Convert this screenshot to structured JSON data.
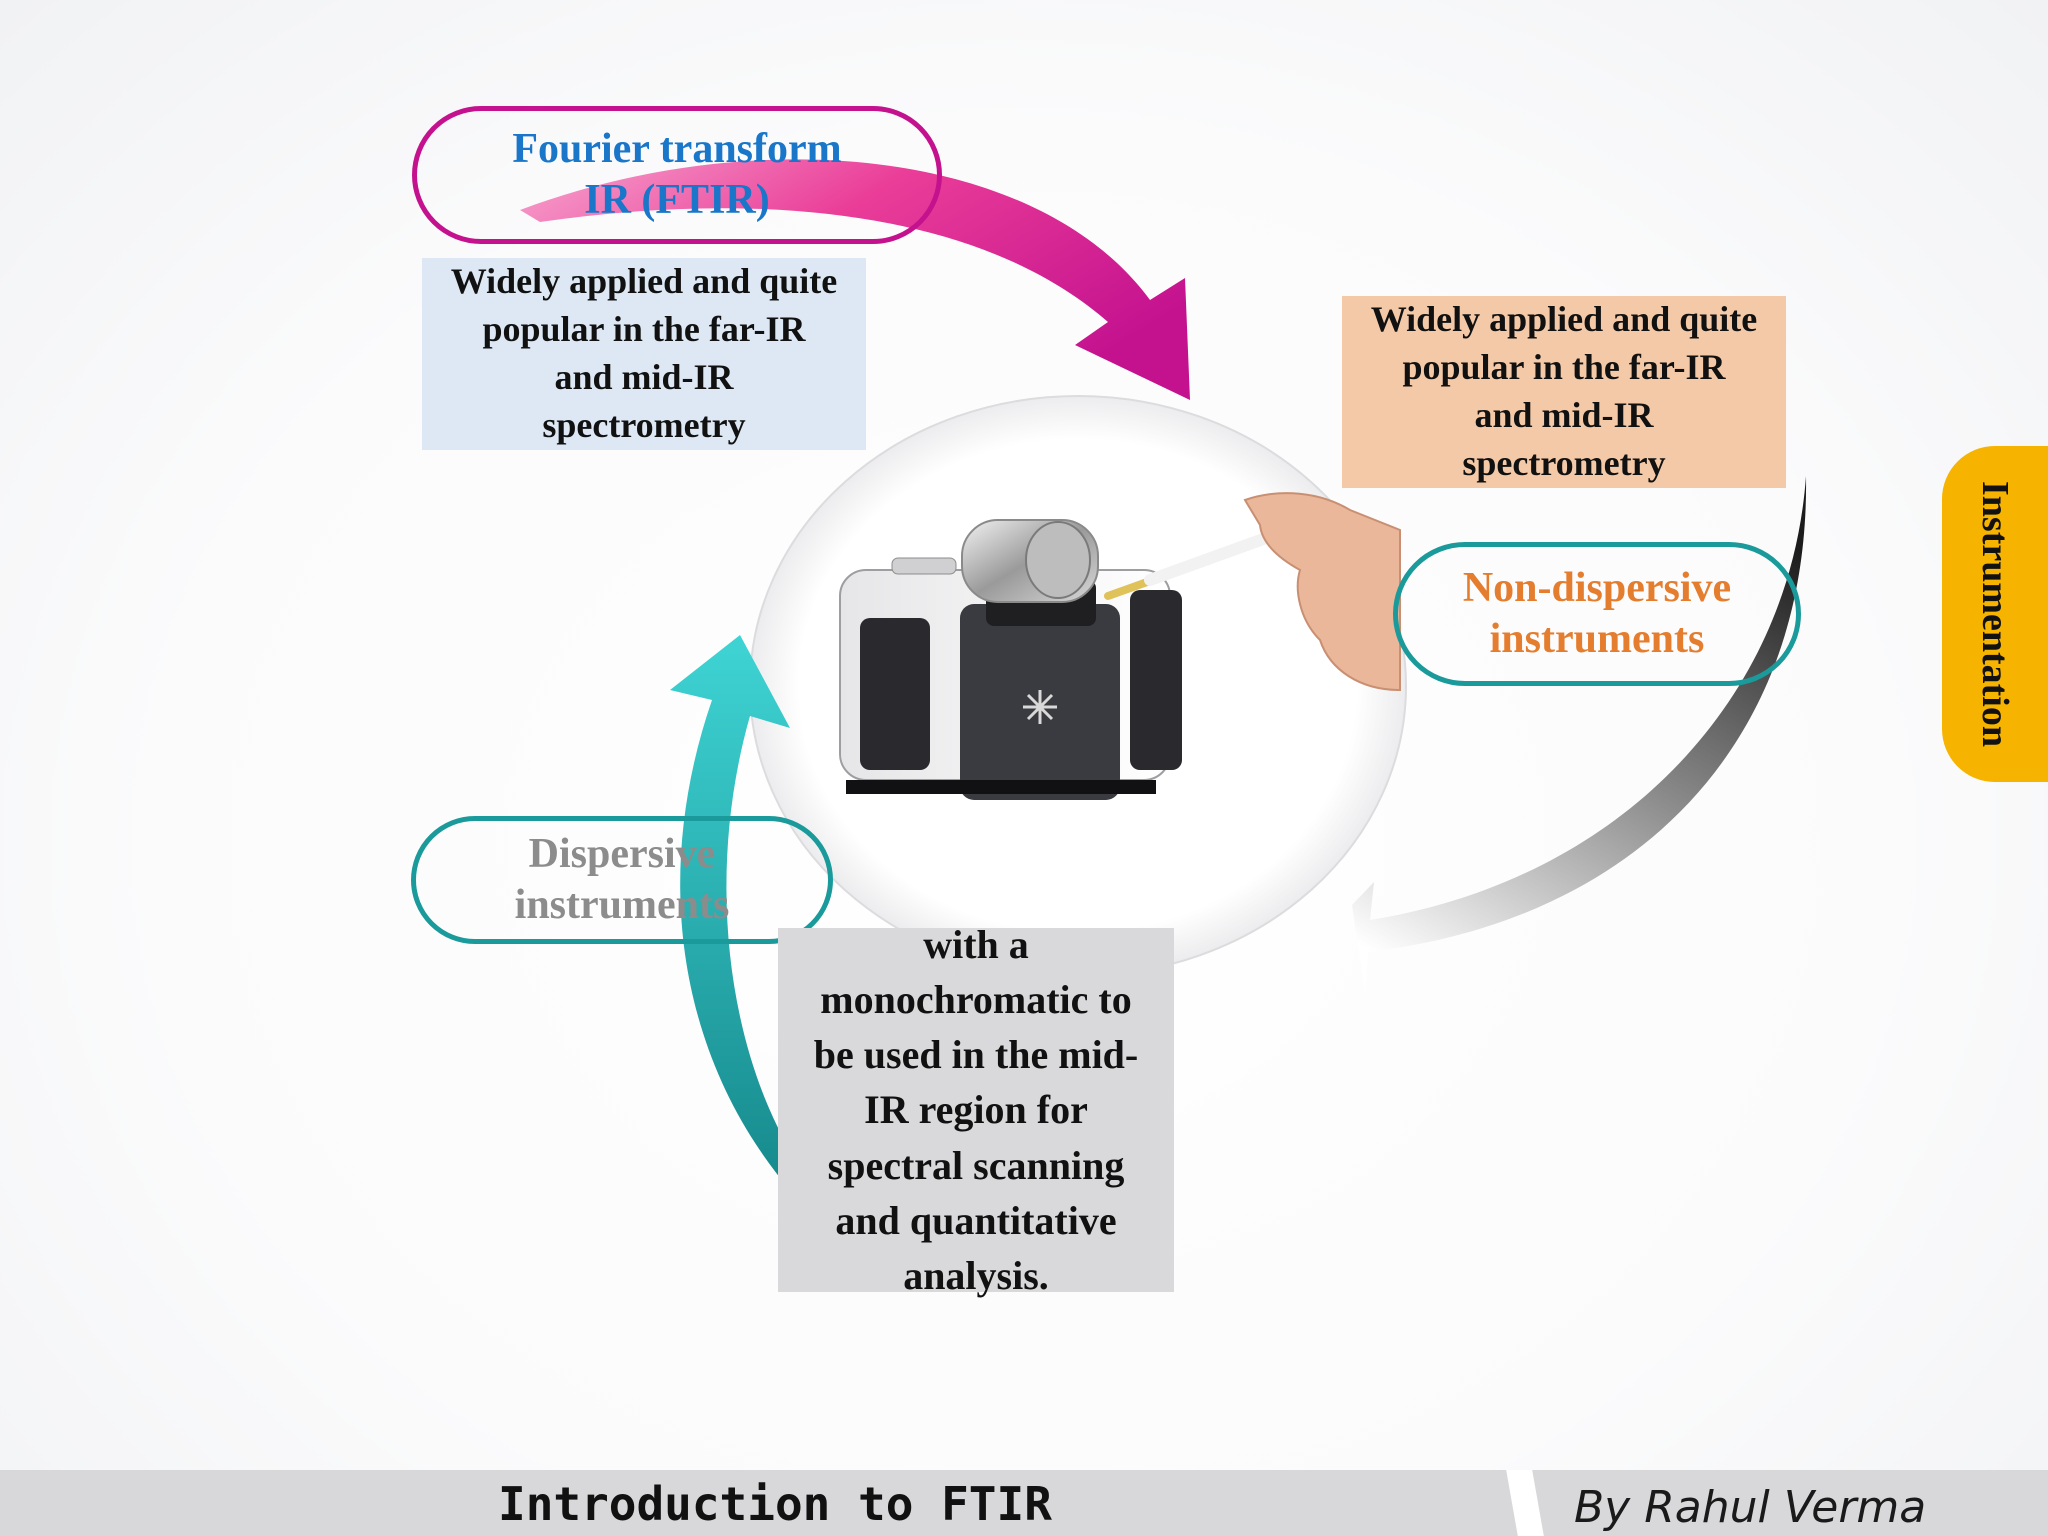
{
  "diagram": {
    "ftir": {
      "title_lines": [
        "Fourier transform",
        "IR  (FTIR)"
      ],
      "note_lines": [
        "Widely applied and quite",
        "popular in the far-IR",
        "and mid-IR",
        "spectrometry"
      ]
    },
    "non_dispersive": {
      "title_lines": [
        "Non-dispersive",
        "instruments"
      ],
      "note_lines": [
        "Widely applied and quite",
        "popular in the far-IR",
        "and mid-IR",
        "spectrometry"
      ]
    },
    "dispersive": {
      "title_lines": [
        "Dispersive",
        "instruments"
      ],
      "note_lines": [
        "with a",
        "monochromatic to",
        "be used in the mid-",
        "IR region for",
        "spectral scanning",
        "and quantitative",
        "analysis."
      ]
    }
  },
  "side_tab": {
    "label": "Instrumentation"
  },
  "footer": {
    "title": "Introduction to FTIR",
    "author": "By Rahul Verma"
  },
  "colors": {
    "ftir_title": "#1976c8",
    "ftir_arrow": "#c4128f",
    "non_dispersive_title": "#e57d2e",
    "dispersive_title": "#8c8c8c",
    "teal_border": "#1a9a9a",
    "tab": "#f6b400"
  }
}
